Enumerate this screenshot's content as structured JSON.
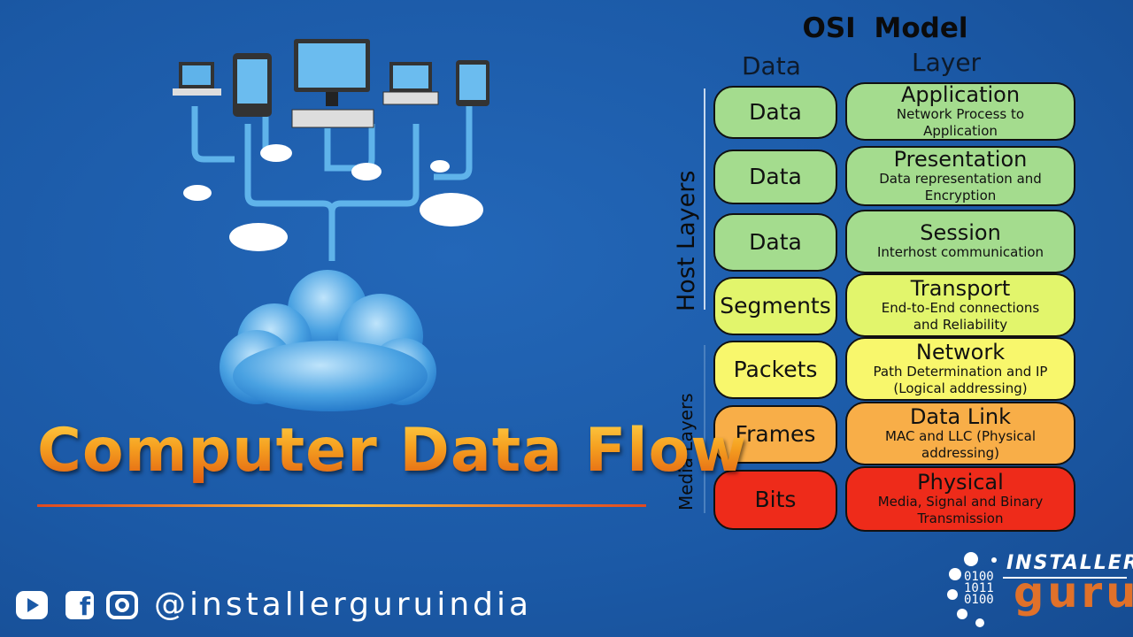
{
  "title": "Computer Data Flow",
  "osi": {
    "title": "OSI Model",
    "data_header": "Data",
    "layer_header": "Layer",
    "host_label": "Host Layers",
    "media_label": "Media Layers",
    "rows": [
      {
        "data": "Data",
        "layer": "Application",
        "desc": "Network Process to Application",
        "color": "#a4dc8e"
      },
      {
        "data": "Data",
        "layer": "Presentation",
        "desc": "Data representation and Encryption",
        "color": "#a4dc8e"
      },
      {
        "data": "Data",
        "layer": "Session",
        "desc": "Interhost communication",
        "color": "#a4dc8e"
      },
      {
        "data": "Segments",
        "layer": "Transport",
        "desc": "End-to-End connections and Reliability",
        "color": "#e2f56c"
      },
      {
        "data": "Packets",
        "layer": "Network",
        "desc": "Path Determination and IP (Logical addressing)",
        "color": "#f8f76c"
      },
      {
        "data": "Frames",
        "layer": "Data Link",
        "desc": "MAC and LLC (Physical addressing)",
        "color": "#f8ae48"
      },
      {
        "data": "Bits",
        "layer": "Physical",
        "desc": "Media, Signal and Binary Transmission",
        "color": "#ee2b1a"
      }
    ]
  },
  "social": {
    "handle": "@installerguruindia",
    "icons": [
      "youtube-icon",
      "facebook-icon",
      "instagram-icon"
    ]
  },
  "logo": {
    "line1": "INSTALLER",
    "line2": "guru",
    "binary": [
      "0100",
      "1011",
      "0100"
    ]
  }
}
